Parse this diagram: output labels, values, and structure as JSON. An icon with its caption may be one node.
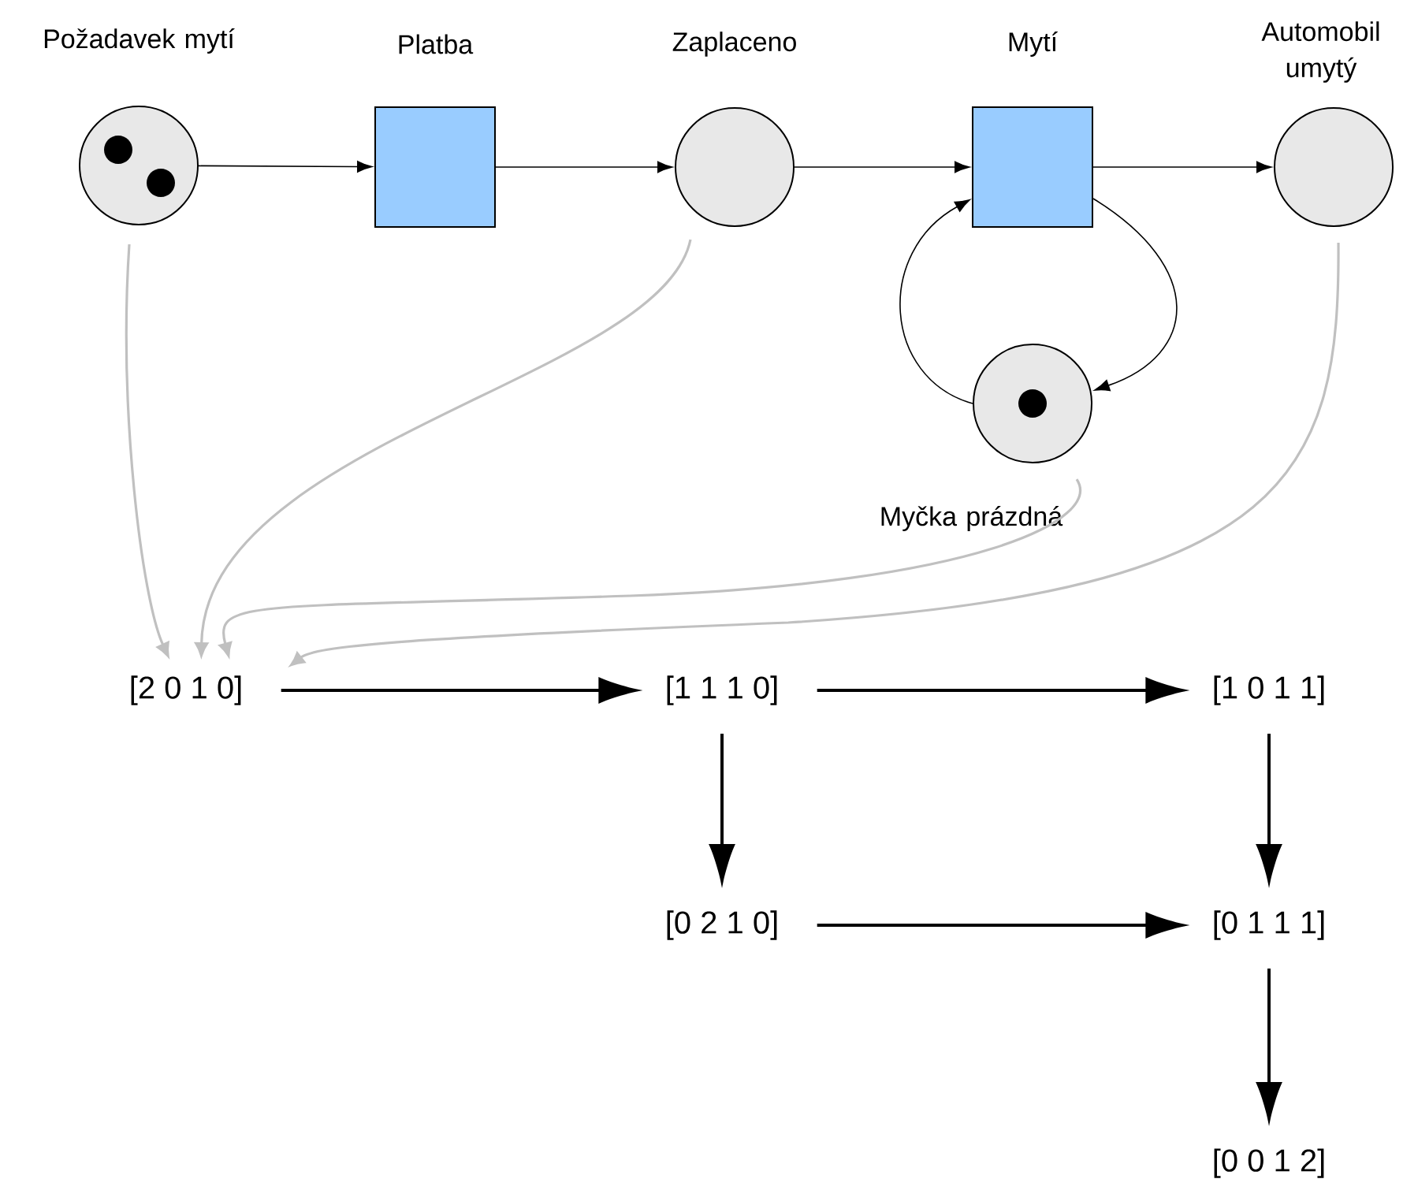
{
  "diagram": {
    "nodes": [
      {
        "text": [
          "Požadavek mytí"
        ]
      },
      {
        "text": [
          "Platba"
        ]
      },
      {
        "text": [
          "Zaplaceno"
        ]
      },
      {
        "text": [
          "Mytí"
        ]
      },
      {
        "text": [
          "Automobil umytý"
        ]
      },
      {
        "text": [
          "Myčka prázdná"
        ]
      },
      {
        "text": [
          "[2 0 1 0]"
        ]
      },
      {
        "text": [
          "[1 1 1 0]"
        ]
      },
      {
        "text": [
          "[1 0 1 1]"
        ]
      },
      {
        "text": [
          "[0 2 1 0]"
        ]
      },
      {
        "text": [
          "[0 1 1 1]"
        ]
      },
      {
        "text": [
          "[0 0 1 2]"
        ]
      }
    ],
    "edges": [
      {
        "from": 0,
        "to": 1,
        "arrow": "to"
      },
      {
        "from": 1,
        "to": 2,
        "arrow": "to"
      },
      {
        "from": 2,
        "to": 3,
        "arrow": "to"
      },
      {
        "from": 3,
        "to": 4,
        "arrow": "to"
      },
      {
        "from": 5,
        "to": 3,
        "arrow": "to"
      },
      {
        "from": 3,
        "to": 5,
        "arrow": "to"
      },
      {
        "from": 0,
        "to": 6,
        "arrow": "to",
        "color": "#c0c0c0"
      },
      {
        "from": 2,
        "to": 6,
        "arrow": "to",
        "color": "#c0c0c0"
      },
      {
        "from": 5,
        "to": 6,
        "arrow": "to",
        "color": "#c0c0c0"
      },
      {
        "from": 4,
        "to": 6,
        "arrow": "to",
        "color": "#c0c0c0"
      },
      {
        "from": 6,
        "to": 7,
        "arrow": "to"
      },
      {
        "from": 7,
        "to": 8,
        "arrow": "to"
      },
      {
        "from": 7,
        "to": 9,
        "arrow": "to"
      },
      {
        "from": 8,
        "to": 10,
        "arrow": "to"
      },
      {
        "from": 9,
        "to": 10,
        "arrow": "to"
      },
      {
        "from": 10,
        "to": 11,
        "arrow": "to"
      }
    ]
  }
}
